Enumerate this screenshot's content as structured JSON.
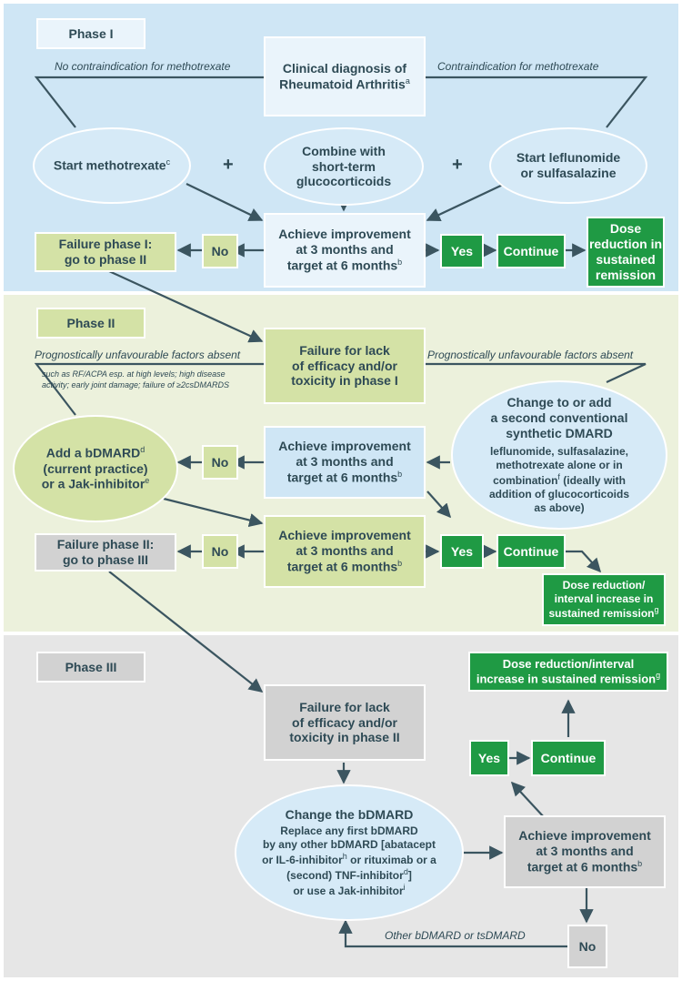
{
  "phase1": {
    "label": "Phase I",
    "no_contra": "No contraindication for methotrexate",
    "contra": "Contraindication for methotrexate",
    "diagnosis_l1": "Clinical diagnosis of",
    "diagnosis_l2": "Rheumatoid Arthritis",
    "diagnosis_sup": "a",
    "mtx": "Start methotrexate",
    "mtx_sup": "c",
    "gluco_l1": "Combine with",
    "gluco_l2": "short-term",
    "gluco_l3": "glucocorticoids",
    "lef_l1": "Start leflunomide",
    "lef_l2": "or sulfasalazine",
    "plus": "+",
    "achieve_l1": "Achieve improvement",
    "achieve_l2": "at 3 months and",
    "achieve_l3": "target at 6 months",
    "achieve_sup": "b",
    "failure_l1": "Failure phase I:",
    "failure_l2": "go to phase II",
    "no": "No",
    "yes": "Yes",
    "continue": "Continue",
    "dose_l1": "Dose",
    "dose_l2": "reduction in",
    "dose_l3": "sustained",
    "dose_l4": "remission"
  },
  "phase2": {
    "label": "Phase II",
    "absent_left": "Prognostically unfavourable factors absent",
    "absent_right": "Prognostically unfavourable factors absent",
    "factors_l1": "such as RF/ACPA esp. at high levels; high disease",
    "factors_l2": "activity; early joint damage; failure of ≥2csDMARDS",
    "failure_l1": "Failure for lack",
    "failure_l2": "of efficacy and/or",
    "failure_l3": "toxicity in phase I",
    "add_l1": "Add a bDMARD",
    "add_sup1": "d",
    "add_l2": "(current practice)",
    "add_l3": "or a Jak-inhibitor",
    "add_sup2": "e",
    "change_l1": "Change to or add",
    "change_l2": "a second conventional",
    "change_l3": "synthetic DMARD",
    "change_d1": "leflunomide, sulfasalazine,",
    "change_d2": "methotrexate alone or in",
    "change_d3": "combination",
    "change_sup": "f",
    "change_d3b": " (ideally with",
    "change_d4": "addition of glucocorticoids",
    "change_d5": "as above)",
    "achieve_l1": "Achieve improvement",
    "achieve_l2": "at 3 months and",
    "achieve_l3": "target at 6 months",
    "achieve_sup": "b",
    "fail2_l1": "Failure phase II:",
    "fail2_l2": "go to phase III",
    "no": "No",
    "yes": "Yes",
    "continue": "Continue",
    "dose_l1": "Dose reduction/",
    "dose_l2": "interval increase in",
    "dose_l3": "sustained remission",
    "dose_sup": "g"
  },
  "phase3": {
    "label": "Phase III",
    "dose_l1": "Dose reduction/interval",
    "dose_l2": "increase in sustained remission",
    "dose_sup": "g",
    "failure_l1": "Failure for lack",
    "failure_l2": "of efficacy and/or",
    "failure_l3": "toxicity in phase II",
    "yes": "Yes",
    "continue": "Continue",
    "change_title": "Change the bDMARD",
    "change_d1": "Replace any first bDMARD",
    "change_d2": "by any other bDMARD [abatacept",
    "change_d3a": "or IL-6-inhibitor",
    "change_sup_h": "h",
    "change_d3b": " or rituximab or a",
    "change_d4a": "(second) TNF-inhibitor",
    "change_sup_d": "d",
    "change_d4b": "]",
    "change_d5": "or use a Jak-inhibitor",
    "change_sup_i": "i",
    "achieve_l1": "Achieve improvement",
    "achieve_l2": "at 3 months and",
    "achieve_l3": "target at 6 months",
    "achieve_sup": "b",
    "other": "Other bDMARD or tsDMARD",
    "no": "No"
  },
  "colors": {
    "band1": "#cfe6f5",
    "band2": "#ecf1dc",
    "band3": "#e6e6e6",
    "green": "#1f9a44",
    "light_green": "#d4e2a6",
    "grey_box": "#d2d2d2",
    "line": "#3b5560"
  }
}
